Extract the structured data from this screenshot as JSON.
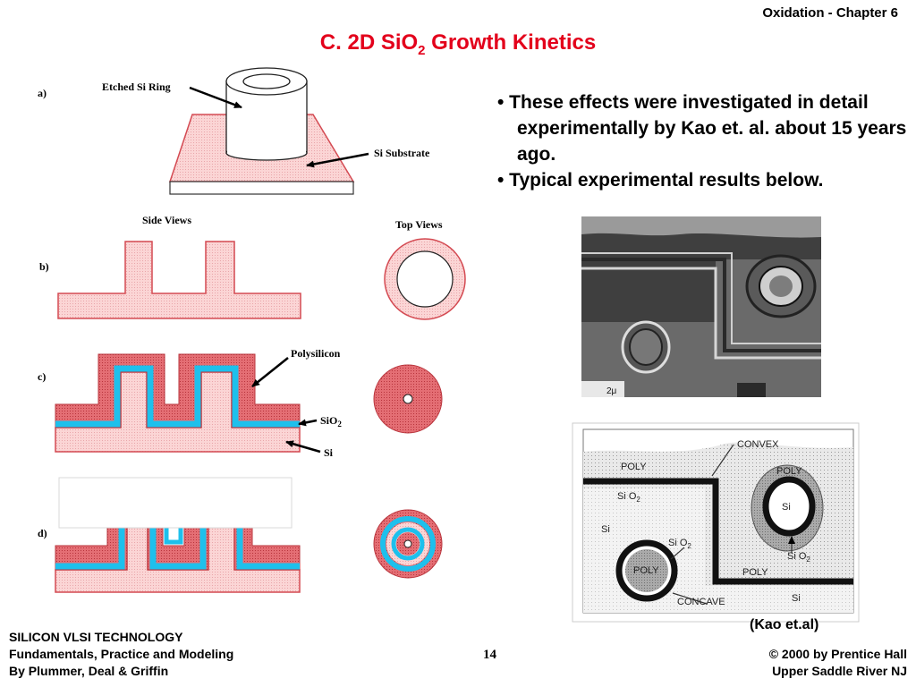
{
  "header": {
    "chapter": "Oxidation - Chapter 6",
    "title_main": "C. 2D SiO",
    "title_sub": "2",
    "title_rest": " Growth Kinetics"
  },
  "diagram": {
    "label_a": "a)",
    "label_b": "b)",
    "label_c": "c)",
    "label_d": "d)",
    "etched_si_ring": "Etched Si Ring",
    "si_substrate": "Si Substrate",
    "side_views": "Side Views",
    "top_views": "Top Views",
    "polysilicon": "Polysilicon",
    "sio2_label_main": "SiO",
    "sio2_label_sub": "2",
    "si": "Si"
  },
  "bullets": [
    "• These effects were investigated in detail experimentally by Kao et. al. about 15 years ago.",
    "• Typical experimental results below."
  ],
  "micrograph": {
    "scale_bar": "2μ"
  },
  "schematic": {
    "convex": "CONVEX",
    "poly_top_left": "POLY",
    "sio2_left_main": "Si O",
    "sio2_left_sub": "2",
    "si_left": "Si",
    "poly_ring_right": "POLY",
    "si_ring_right": "Si",
    "sio2_mid_main": "Si O",
    "sio2_mid_sub": "2",
    "poly_ring_left": "POLY",
    "poly_bottom_right": "POLY",
    "sio2_right_main": "Si O",
    "sio2_right_sub": "2",
    "concave": "CONCAVE",
    "si_bottom_right": "Si"
  },
  "credit": "(Kao et.al)",
  "footer": {
    "line1": "SILICON VLSI TECHNOLOGY",
    "line2": "Fundamentals, Practice and Modeling",
    "line3": "By Plummer, Deal & Griffin",
    "page": "14",
    "right1": "© 2000 by Prentice Hall",
    "right2": "Upper Saddle River NJ"
  },
  "colors": {
    "title": "#e3001b",
    "silicon_fill": "#fbd5d5",
    "poly_fill": "#e46e74",
    "oxide": "#1ec0ec",
    "outline": "#d44a52"
  }
}
